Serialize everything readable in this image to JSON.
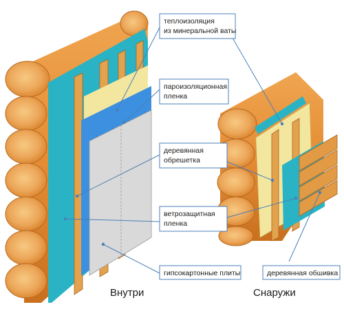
{
  "labels": {
    "insulation_line1": "теплоизоляция",
    "insulation_line2": "из минеральной ваты",
    "vapor_line1": "пароизоляционная",
    "vapor_line2": "пленка",
    "batten_line1": "деревянная",
    "batten_line2": "обрешетка",
    "wind_line1": "ветрозащитная",
    "wind_line2": "пленка",
    "drywall": "гипсокартонные плиты",
    "siding": "деревянная обшивка"
  },
  "captions": {
    "inside": "Внутри",
    "outside": "Снаружи"
  },
  "colors": {
    "log": "#e8963a",
    "log_end": "#f2b466",
    "membrane": "#2ab3c4",
    "vapor": "#3d8fe0",
    "insulation": "#f3e7a0",
    "drywall": "#d9d9d9",
    "leader": "#4a7fb8"
  }
}
